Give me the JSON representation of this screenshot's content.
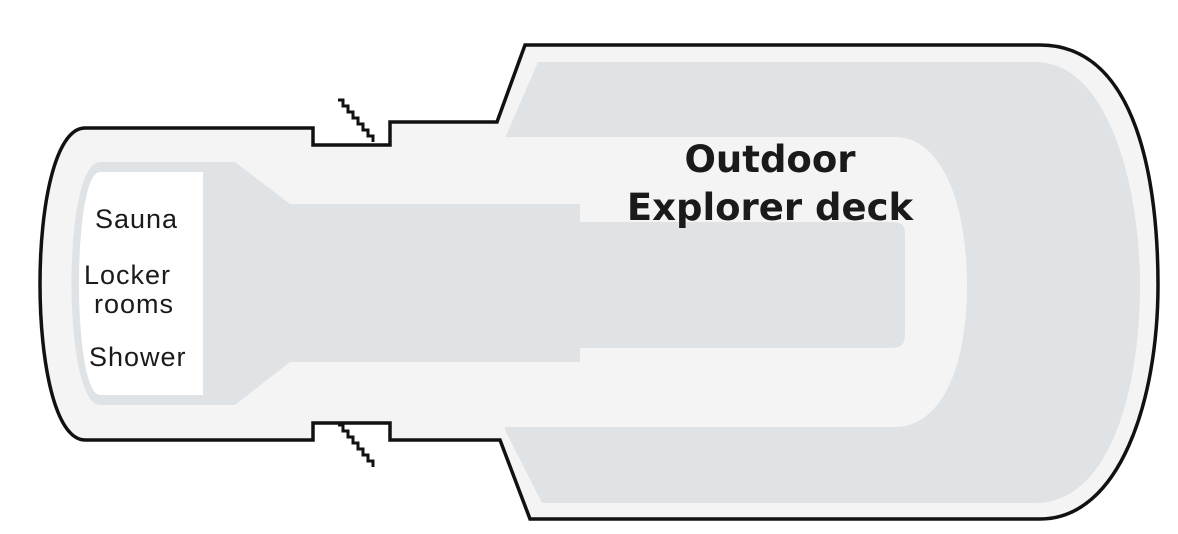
{
  "deck_plan": {
    "rooms": {
      "sauna": "Sauna",
      "locker_rooms_line1": "Locker",
      "locker_rooms_line2": "rooms",
      "shower": "Shower"
    },
    "deck_area": {
      "line1": "Outdoor",
      "line2": "Explorer deck"
    }
  },
  "colors": {
    "hull_fill": "#f4f4f4",
    "hull_outline": "#111111",
    "deck_shade": "#dfe3e6",
    "room_fill": "#ffffff",
    "text": "#1a1a1a"
  }
}
